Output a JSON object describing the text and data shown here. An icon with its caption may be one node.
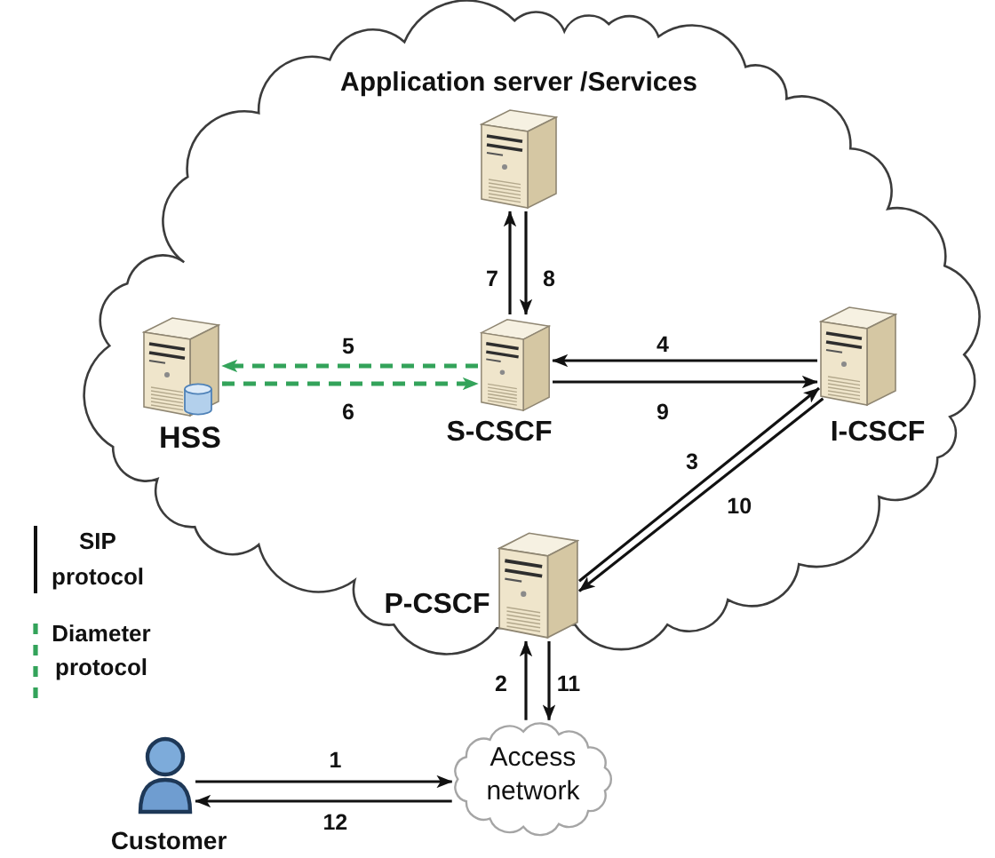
{
  "diagram": {
    "nodes": [
      {
        "text": [],
        "shape": "cloud"
      },
      {
        "text": [
          "Application server /Services"
        ],
        "in": 0
      },
      {
        "text": [
          "HSS"
        ],
        "in": 0
      },
      {
        "text": [
          "S-CSCF"
        ],
        "in": 0
      },
      {
        "text": [
          "I-CSCF"
        ],
        "in": 0
      },
      {
        "text": [
          "P-CSCF"
        ],
        "in": 0
      },
      {
        "text": [
          "Access network"
        ]
      },
      {
        "text": [
          "Customer"
        ]
      }
    ],
    "edges": [
      {
        "from": 7,
        "to": 6,
        "arrow": "to",
        "label": "1"
      },
      {
        "from": 6,
        "to": 5,
        "arrow": "to",
        "label": "2"
      },
      {
        "from": 5,
        "to": 4,
        "arrow": "to",
        "label": "3"
      },
      {
        "from": 4,
        "to": 3,
        "arrow": "to",
        "label": "4"
      },
      {
        "from": 3,
        "to": 2,
        "arrow": "to",
        "label": "5",
        "style": "dashed",
        "color": "#33a35a"
      },
      {
        "from": 2,
        "to": 3,
        "arrow": "to",
        "label": "6",
        "style": "dashed",
        "color": "#33a35a"
      },
      {
        "from": 3,
        "to": 1,
        "arrow": "to",
        "label": "7"
      },
      {
        "from": 1,
        "to": 3,
        "arrow": "to",
        "label": "8"
      },
      {
        "from": 3,
        "to": 4,
        "arrow": "to",
        "label": "9"
      },
      {
        "from": 4,
        "to": 5,
        "arrow": "to",
        "label": "10"
      },
      {
        "from": 5,
        "to": 6,
        "arrow": "to",
        "label": "11"
      },
      {
        "from": 6,
        "to": 7,
        "arrow": "to",
        "label": "12"
      }
    ],
    "legend": [
      {
        "text": "SIP protocol"
      },
      {
        "text": "Diameter protocol"
      }
    ]
  }
}
